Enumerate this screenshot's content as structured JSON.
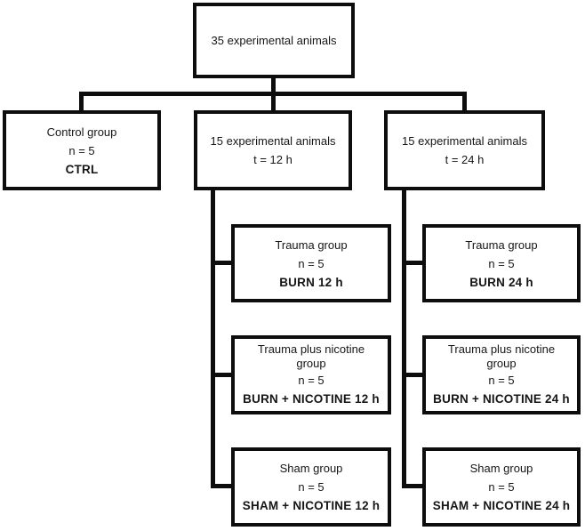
{
  "diagram": {
    "type": "flowchart",
    "background": "#ffffff",
    "line_color": "#0d0d0d",
    "text_color": "#161616",
    "boxes": [
      {
        "id": "root",
        "lines": [
          "35 experimental animals"
        ]
      },
      {
        "id": "control-group",
        "lines": [
          "Control group",
          "n = 5",
          "CTRL"
        ]
      },
      {
        "id": "cohort-12h",
        "lines": [
          "15 experimental animals",
          "t = 12 h"
        ]
      },
      {
        "id": "cohort-24h",
        "lines": [
          "15 experimental animals",
          "t = 24 h"
        ]
      },
      {
        "id": "trauma-12h",
        "lines": [
          "Trauma group",
          "n = 5",
          "BURN 12 h"
        ]
      },
      {
        "id": "trauma-24h",
        "lines": [
          "Trauma group",
          "n = 5",
          "BURN 24 h"
        ]
      },
      {
        "id": "trauma-nicotine-12h",
        "lines": [
          "Trauma plus nicotine",
          "group",
          "n = 5",
          "BURN + NICOTINE 12 h"
        ]
      },
      {
        "id": "trauma-nicotine-24h",
        "lines": [
          "Trauma plus nicotine",
          "group",
          "n = 5",
          "BURN + NICOTINE 24 h"
        ]
      },
      {
        "id": "sham-12h",
        "lines": [
          "Sham group",
          "n = 5",
          "SHAM + NICOTINE 12 h"
        ]
      },
      {
        "id": "sham-24h",
        "lines": [
          "Sham group",
          "n = 5",
          "SHAM + NICOTINE 24 h"
        ]
      }
    ]
  }
}
